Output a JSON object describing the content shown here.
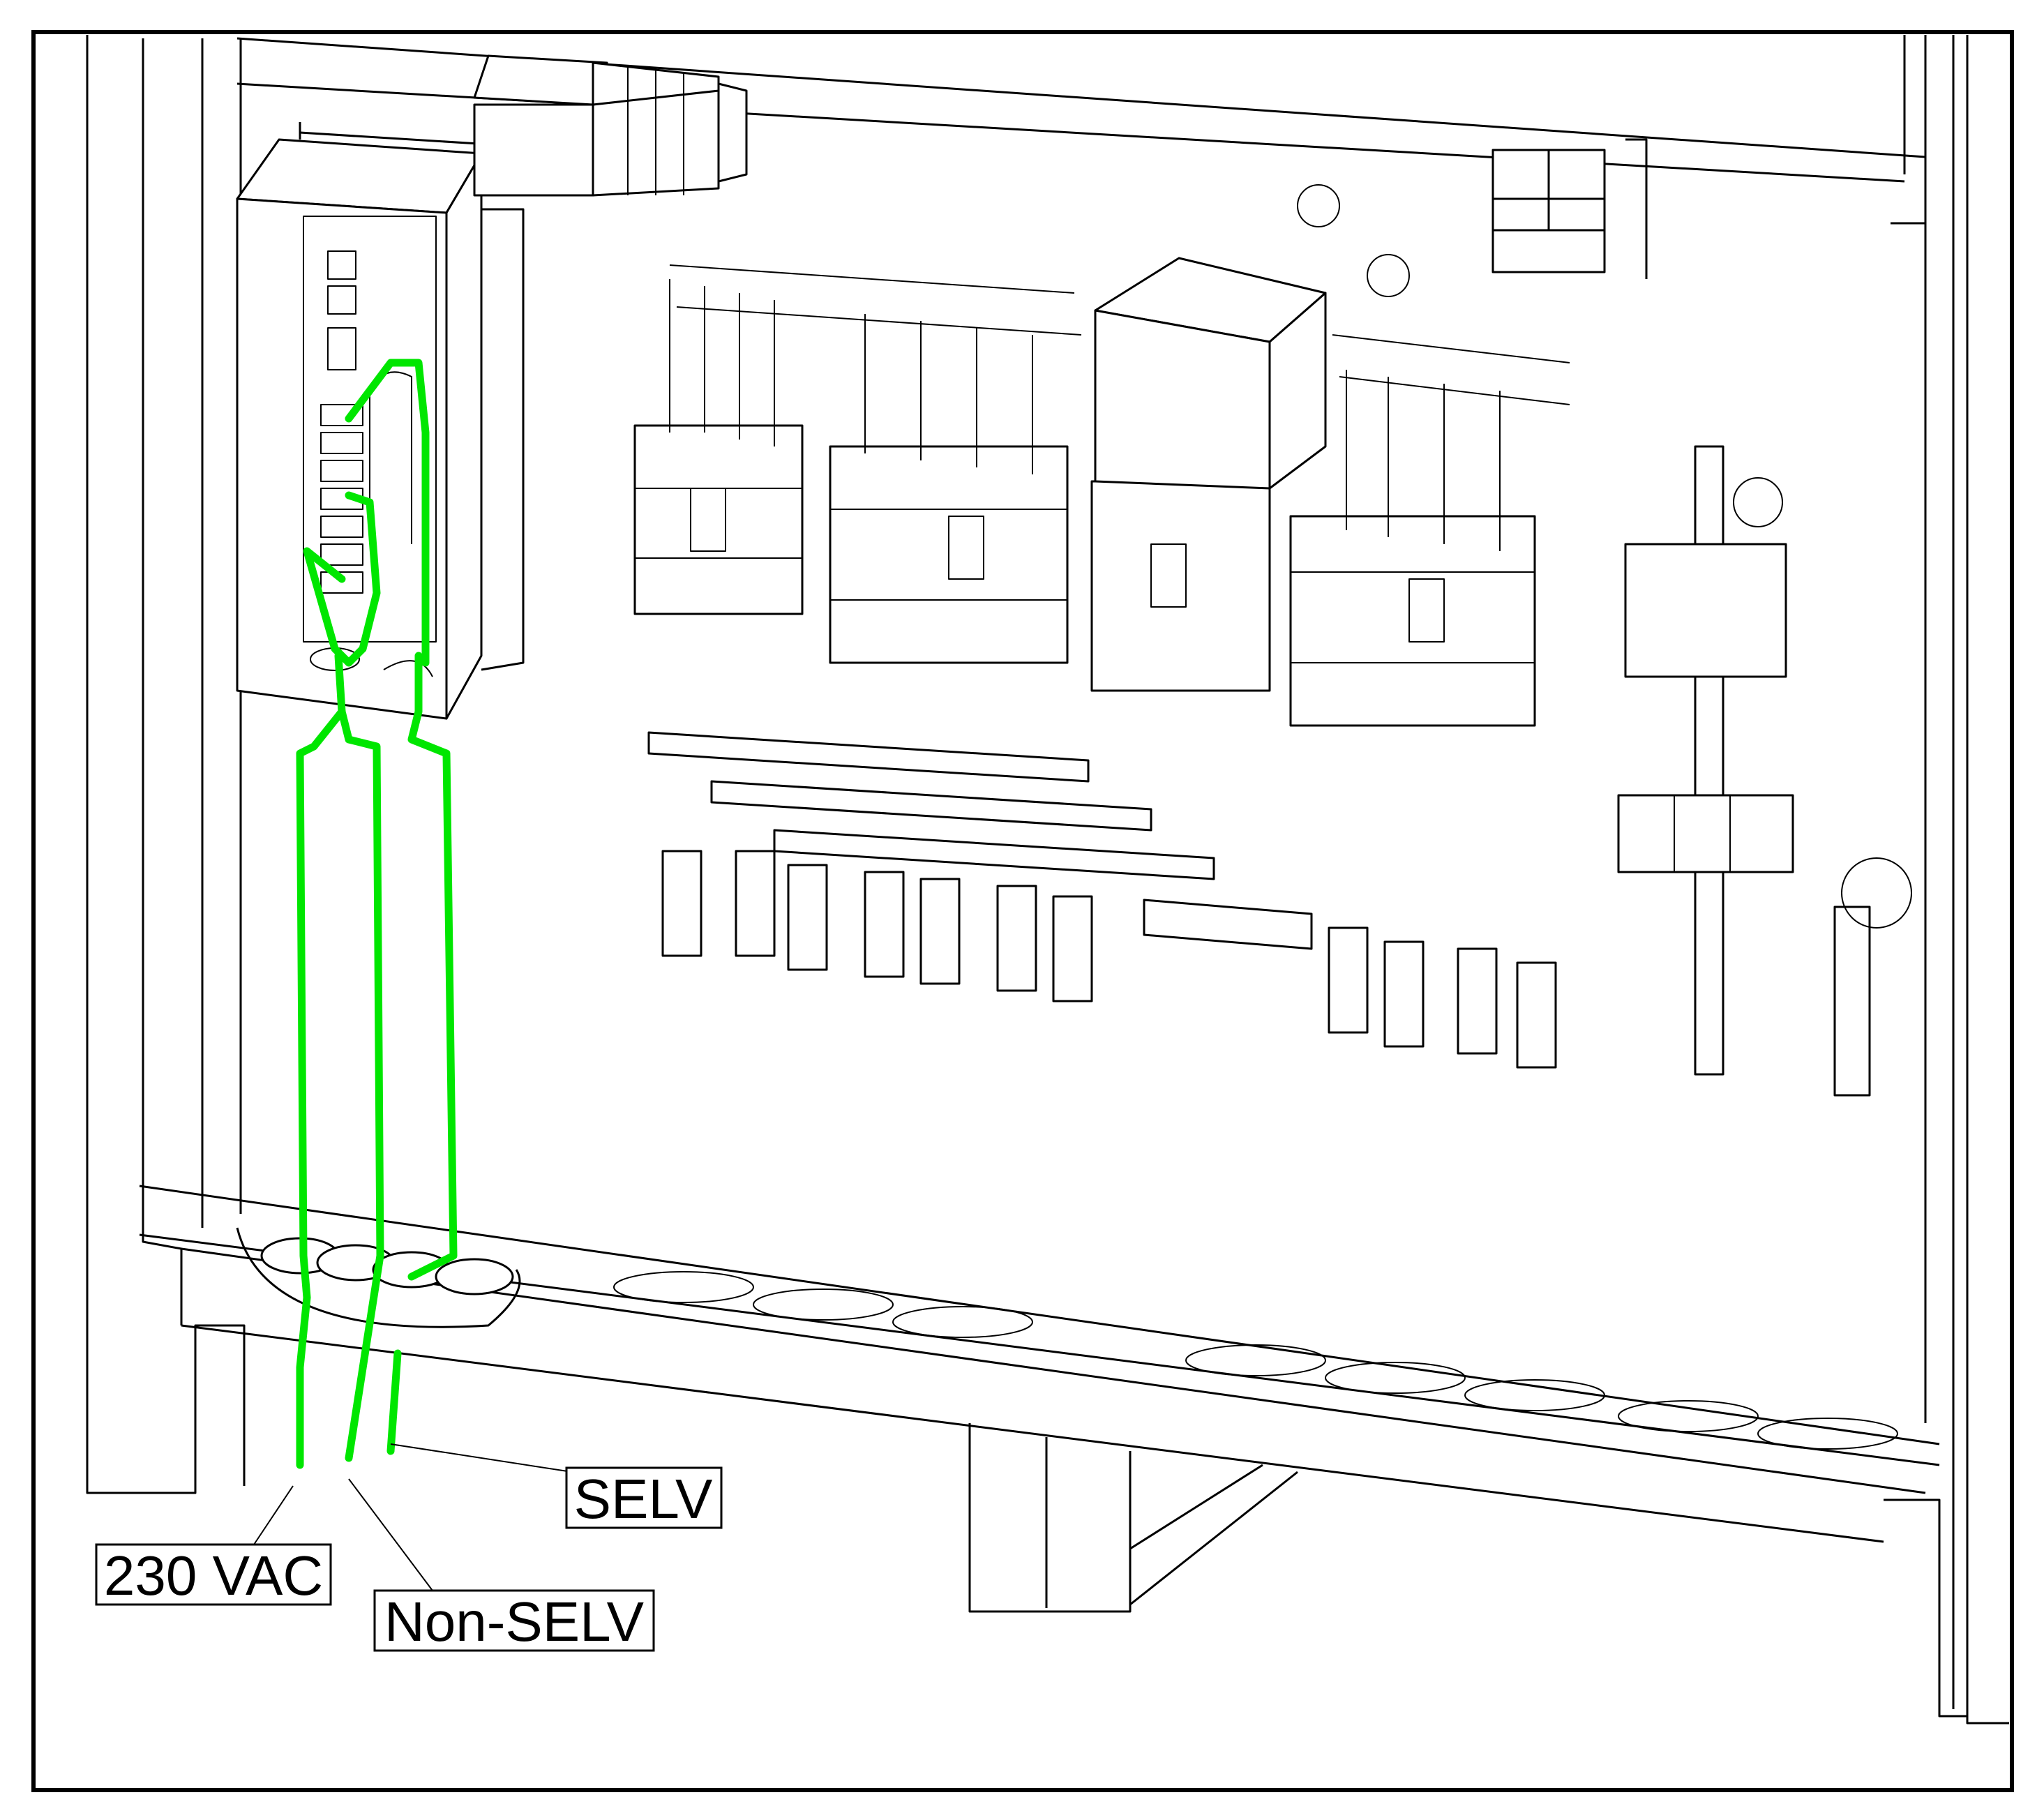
{
  "labels": {
    "selv": "SELV",
    "vac_230": "230 VAC",
    "non_selv": "Non-SELV"
  },
  "colors": {
    "cable": "#00e600",
    "line": "#000000",
    "background": "#ffffff"
  }
}
